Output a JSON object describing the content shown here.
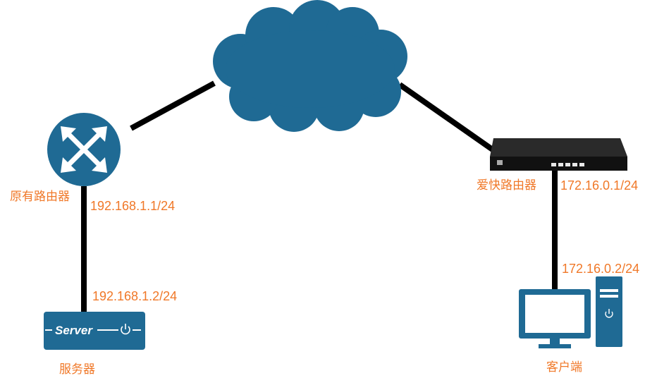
{
  "nodes": {
    "legacy_router": {
      "label": "原有路由器",
      "ip": "192.168.1.1/24",
      "icon": "router-cross-arrows-icon"
    },
    "server": {
      "label": "服务器",
      "ip": "192.168.1.2/24",
      "device_text": "Server",
      "icon": "server-icon"
    },
    "ikuai_router": {
      "label": "爱快路由器",
      "ip": "172.16.0.1/24",
      "icon": "rack-router-icon"
    },
    "client": {
      "label": "客户端",
      "ip": "172.16.0.2/24",
      "icon": "desktop-computer-icon"
    },
    "internet": {
      "icon": "cloud-icon"
    }
  },
  "colors": {
    "device": "#1f6a94",
    "device_light": "#2e7eab",
    "link": "#000000",
    "label": "#f07828"
  }
}
